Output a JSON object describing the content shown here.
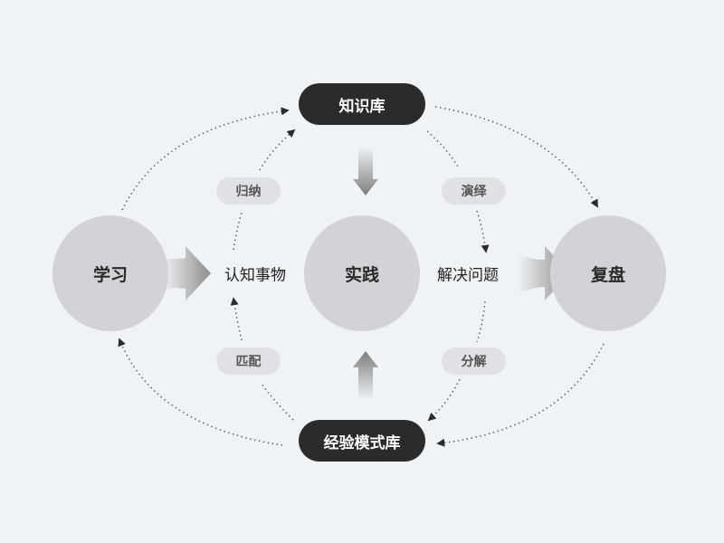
{
  "nodes": {
    "learn": "学习",
    "practice": "实践",
    "review": "复盘",
    "knowledge_base": "知识库",
    "pattern_base": "经验模式库"
  },
  "middle": {
    "cognize": "认知事物",
    "solve": "解决问题"
  },
  "tags": {
    "induction": "归纳",
    "matching": "匹配",
    "deduction": "演绎",
    "decompose": "分解"
  },
  "colors": {
    "background": "#f0f3f6",
    "circle": "#d1d3d6",
    "pill": "#2b2b2b",
    "tag": "#dfe1e4"
  }
}
